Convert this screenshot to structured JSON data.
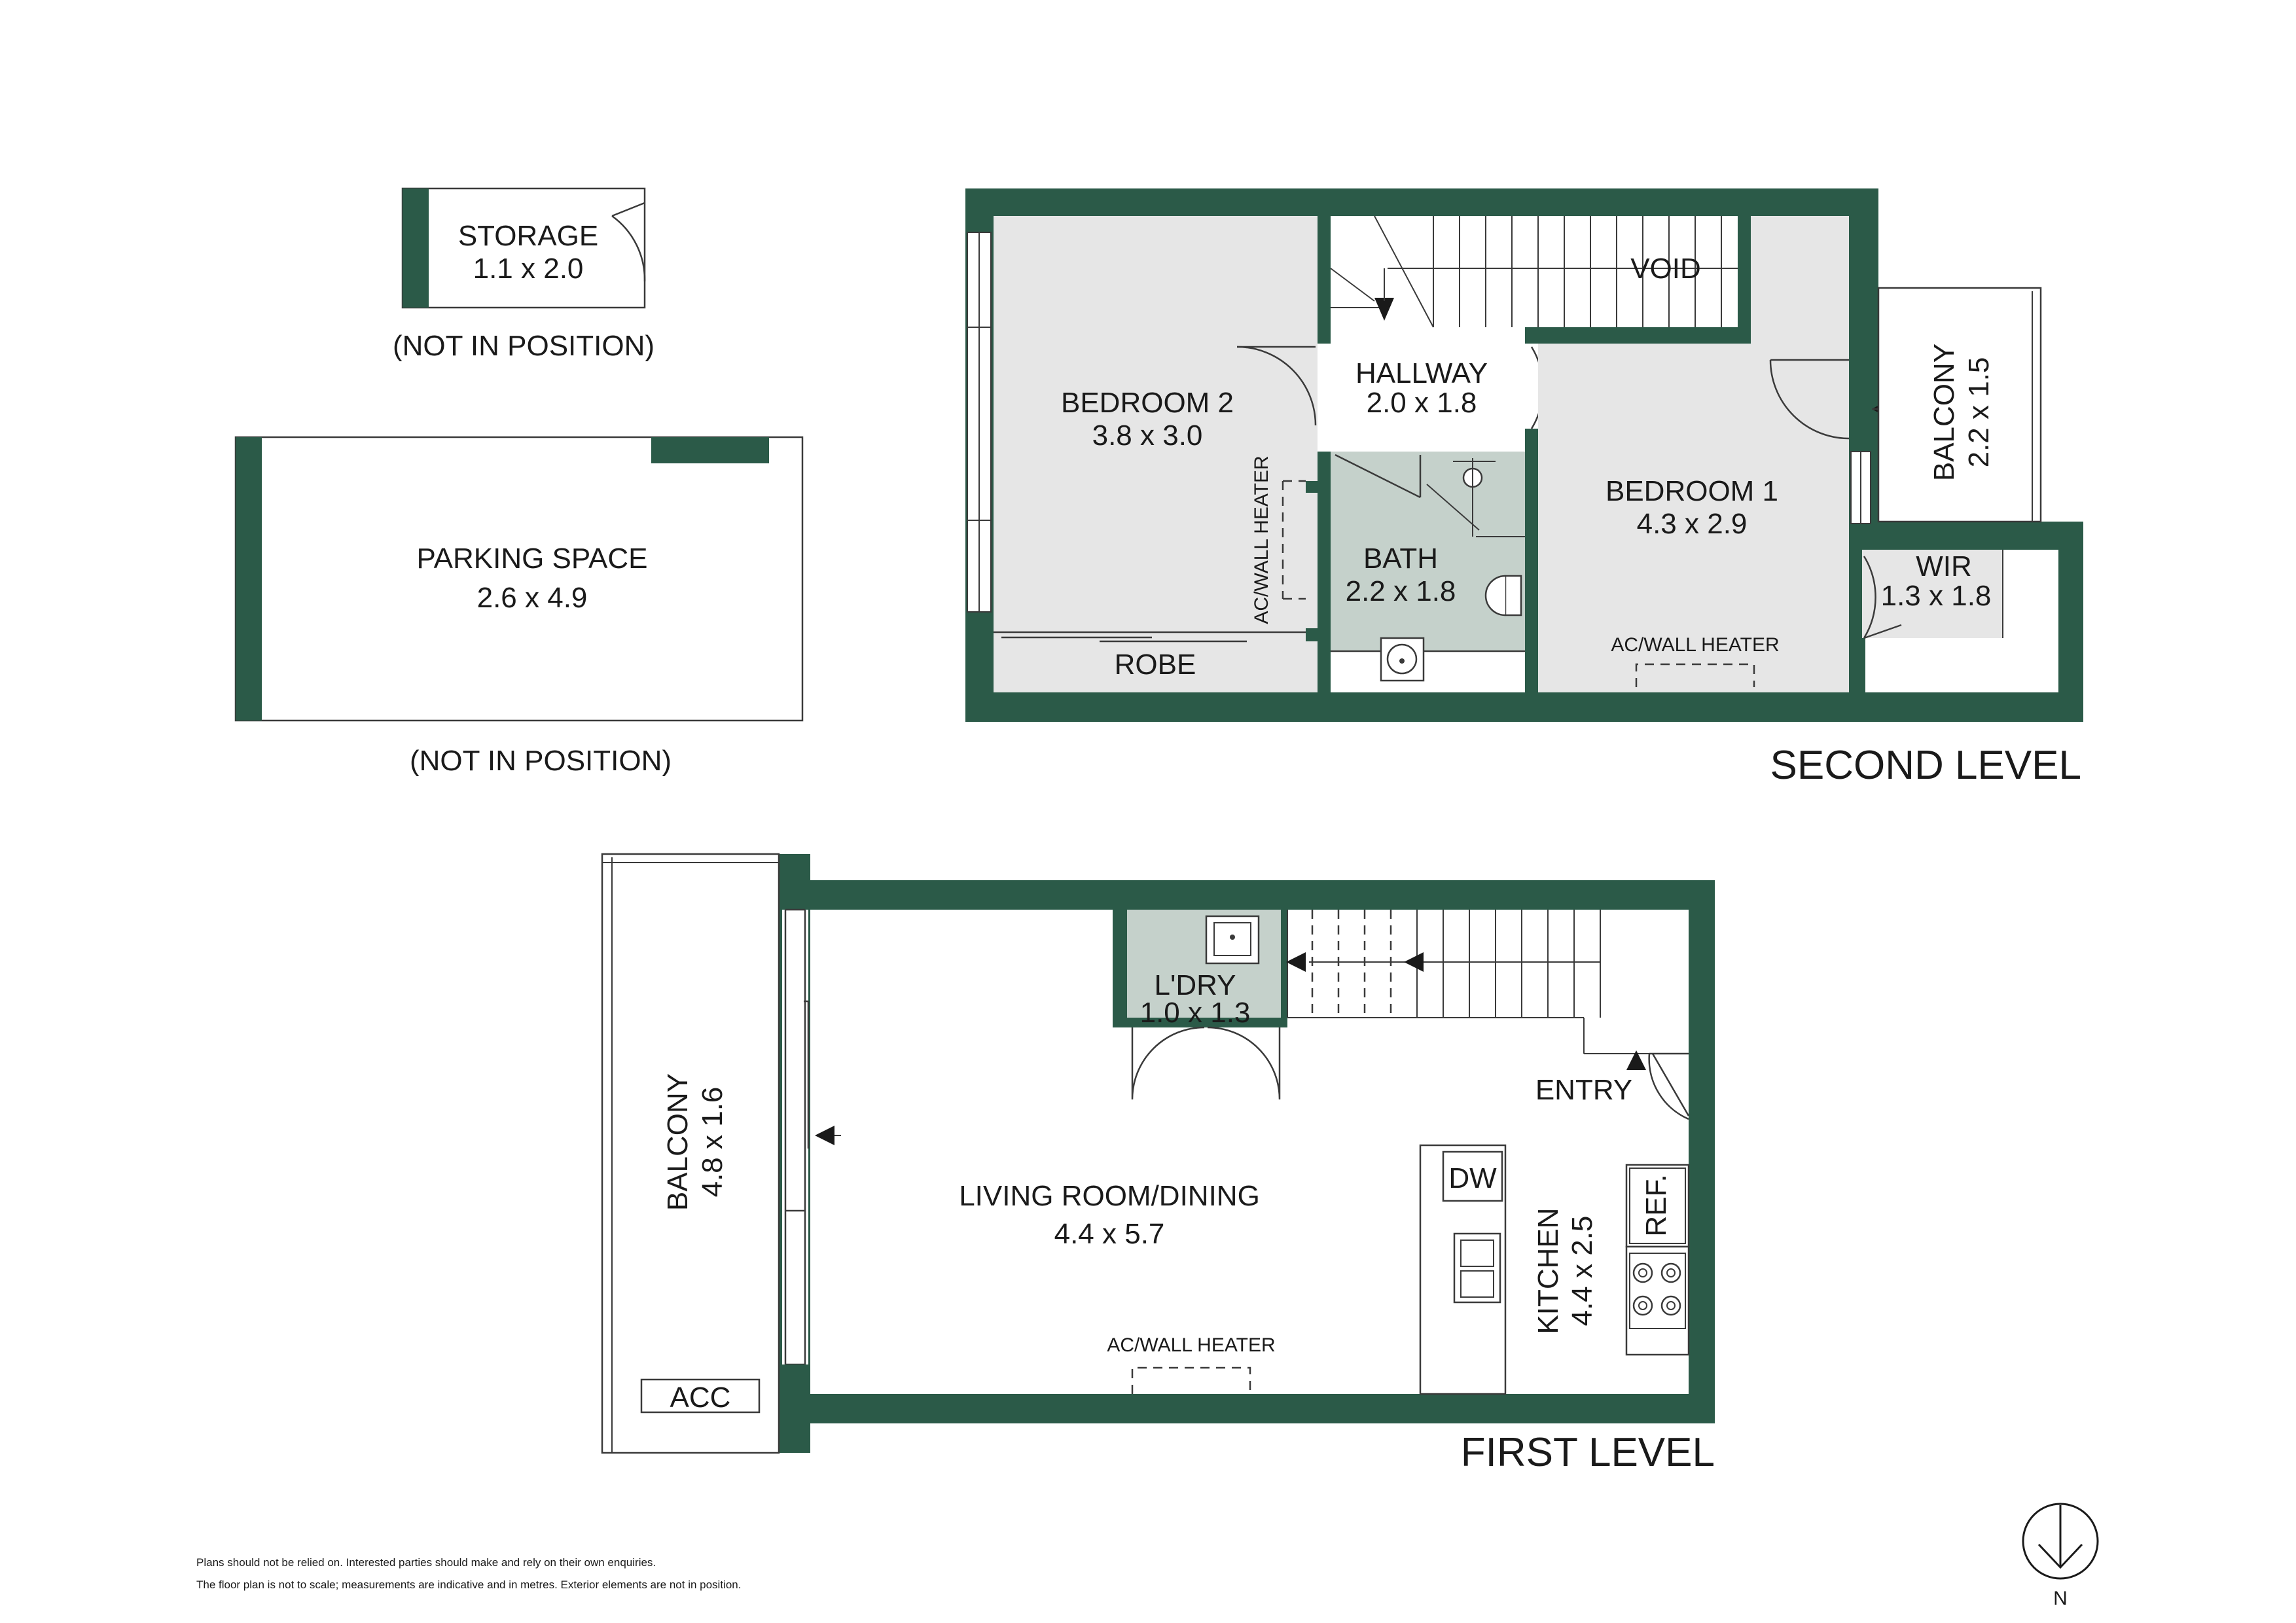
{
  "levels": {
    "second": "SECOND LEVEL",
    "first": "FIRST LEVEL"
  },
  "rooms": {
    "storage": {
      "name": "STORAGE",
      "size": "1.1 x 2.0"
    },
    "storage_note": "(NOT IN POSITION)",
    "parking": {
      "name": "PARKING SPACE",
      "size": "2.6 x 4.9"
    },
    "parking_note": "(NOT IN POSITION)",
    "bedroom2": {
      "name": "BEDROOM 2",
      "size": "3.8 x 3.0"
    },
    "robe": "ROBE",
    "hallway": {
      "name": "HALLWAY",
      "size": "2.0 x 1.8"
    },
    "void": "VOID",
    "bath": {
      "name": "BATH",
      "size": "2.2 x 1.8"
    },
    "bedroom1": {
      "name": "BEDROOM 1",
      "size": "4.3 x 2.9"
    },
    "balcony_upper": {
      "name": "BALCONY",
      "size": "2.2 x 1.5"
    },
    "wir": {
      "name": "WIR",
      "size": "1.3 x 1.8"
    },
    "ldry": {
      "name": "L'DRY",
      "size": "1.0 x 1.3"
    },
    "entry": "ENTRY",
    "living": {
      "name": "LIVING ROOM/DINING",
      "size": "4.4 x 5.7"
    },
    "kitchen": {
      "name": "KITCHEN",
      "size": "4.4 x 2.5"
    },
    "balcony_lower": {
      "name": "BALCONY",
      "size": "4.8 x 1.6"
    },
    "acc": "ACC",
    "dw": "DW",
    "ref": "REF."
  },
  "labels": {
    "ac_heater_bed2": "AC/WALL HEATER",
    "ac_heater_bed1": "AC/WALL HEATER",
    "ac_heater_living": "AC/WALL HEATER"
  },
  "compass": {
    "label": "N"
  },
  "disclaimer": {
    "line1": "Plans should not be relied on. Interested parties should make and rely on their own enquiries.",
    "line2": "The floor plan is not to scale; measurements are indicative and in metres. Exterior elements are not in position."
  },
  "colors": {
    "wall": "#2b5a48",
    "floor": "#e6e6e6",
    "wet_area": "#c5d1cb"
  }
}
